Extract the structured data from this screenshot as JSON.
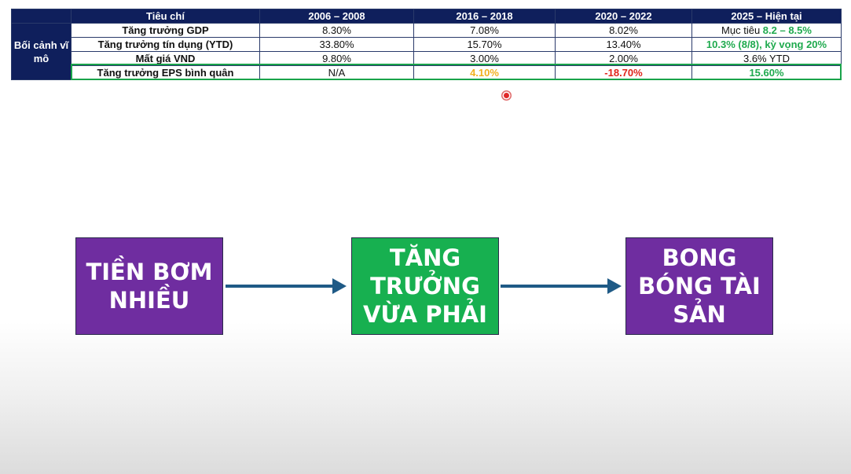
{
  "table": {
    "headers": [
      "Tiêu chí",
      "2006 – 2008",
      "2016 – 2018",
      "2020 – 2022",
      "2025 – Hiện tại"
    ],
    "group_label": "Bối cảnh vĩ mô",
    "rows": [
      {
        "criterion": "Tăng trưởng GDP",
        "v2006": "8.30%",
        "v2016": "7.08%",
        "v2020": "8.02%",
        "v2025_prefix": "Mục tiêu ",
        "v2025_value": "8.2 – 8.5%"
      },
      {
        "criterion": "Tăng trưởng tín dụng (YTD)",
        "v2006": "33.80%",
        "v2016": "15.70%",
        "v2020": "13.40%",
        "v2025": "10.3% (8/8), kỳ vọng 20%"
      },
      {
        "criterion": "Mất giá VND",
        "v2006": "9.80%",
        "v2016": "3.00%",
        "v2020": "2.00%",
        "v2025": "3.6% YTD"
      },
      {
        "criterion": "Tăng trưởng EPS bình quân",
        "v2006": "N/A",
        "v2016": "4.10%",
        "v2020": "-18.70%",
        "v2025": "15.60%"
      }
    ]
  },
  "flow": {
    "left": "TIỀN BƠM\nNHIỀU",
    "middle": "TĂNG\nTRƯỞNG\nVỪA PHẢI",
    "right": "BONG\nBÓNG TÀI\nSẢN"
  },
  "colors": {
    "header_bg": "#0f1f5c",
    "positive": "#1faa4e",
    "warning": "#f2b01e",
    "negative": "#e0241b",
    "purple_box": "#6f2da0",
    "green_box": "#17b050",
    "arrow": "#1f5a86"
  }
}
